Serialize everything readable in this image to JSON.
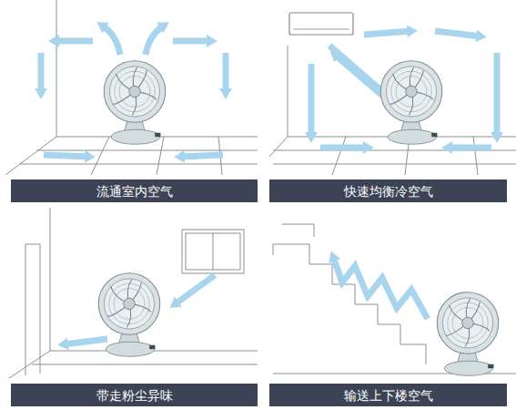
{
  "diagram": {
    "nodes": [
      {
        "text": [
          "流通室内空气"
        ]
      },
      {
        "text": [
          "快速均衡冷空气"
        ]
      },
      {
        "text": [
          "带走粉尘异味"
        ]
      },
      {
        "text": [
          "输送上下楼空气"
        ]
      }
    ]
  }
}
